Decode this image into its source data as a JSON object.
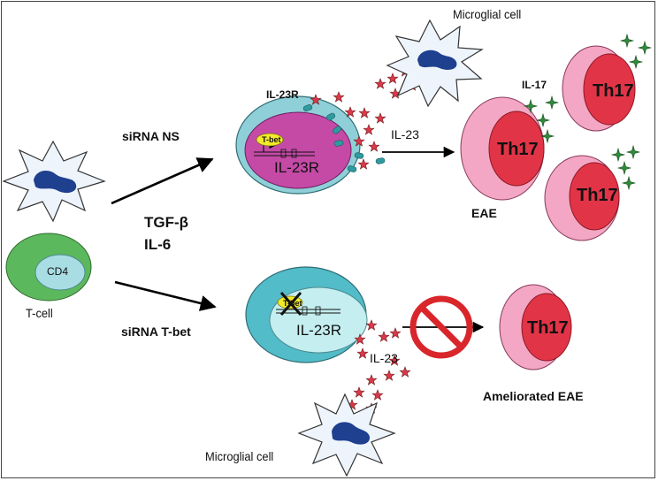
{
  "labels": {
    "microglial_top": "Microglial cell",
    "microglial_bottom": "Microglial cell",
    "tcell": "T-cell",
    "cd4": "CD4",
    "sirna_ns": "siRNA NS",
    "sirna_tbet": "siRNA T-bet",
    "tgf": "TGF-β",
    "il6": "IL-6",
    "il23r_top_small": "IL-23R",
    "il23r_top_nucleus": "IL-23R",
    "il23r_bottom_nucleus": "IL-23R",
    "tbet_top": "T-bet",
    "tbet_bottom": "T-bet",
    "il23_top": "IL-23",
    "il23_bottom": "IL-23",
    "il17": "IL-17",
    "th17": "Th17",
    "eae": "EAE",
    "ameliorated_eae": "Ameliorated EAE"
  },
  "colors": {
    "microglia_fill": "#eef4fb",
    "microglia_nucleus": "#1f3f8f",
    "tcell_outer": "#5cb85c",
    "tcell_inner": "#a9dde4",
    "cell_outer": "#8fd0d8",
    "cell_inner_top": "#c44aa6",
    "cell_inner_bottom": "#c4eef0",
    "th17_outer": "#f3a7c4",
    "th17_inner": "#e23447",
    "star": "#d83a4a",
    "receptor": "#2f9aa0",
    "il17_star": "#2f8a3a",
    "tbet_oval": "#f2ea2a",
    "no_symbol": "#d9262b"
  },
  "icons": [
    "microglial-cell-icon",
    "no-symbol-icon",
    "cytokine-star-icon",
    "il17-star-icon",
    "receptor-icon"
  ]
}
